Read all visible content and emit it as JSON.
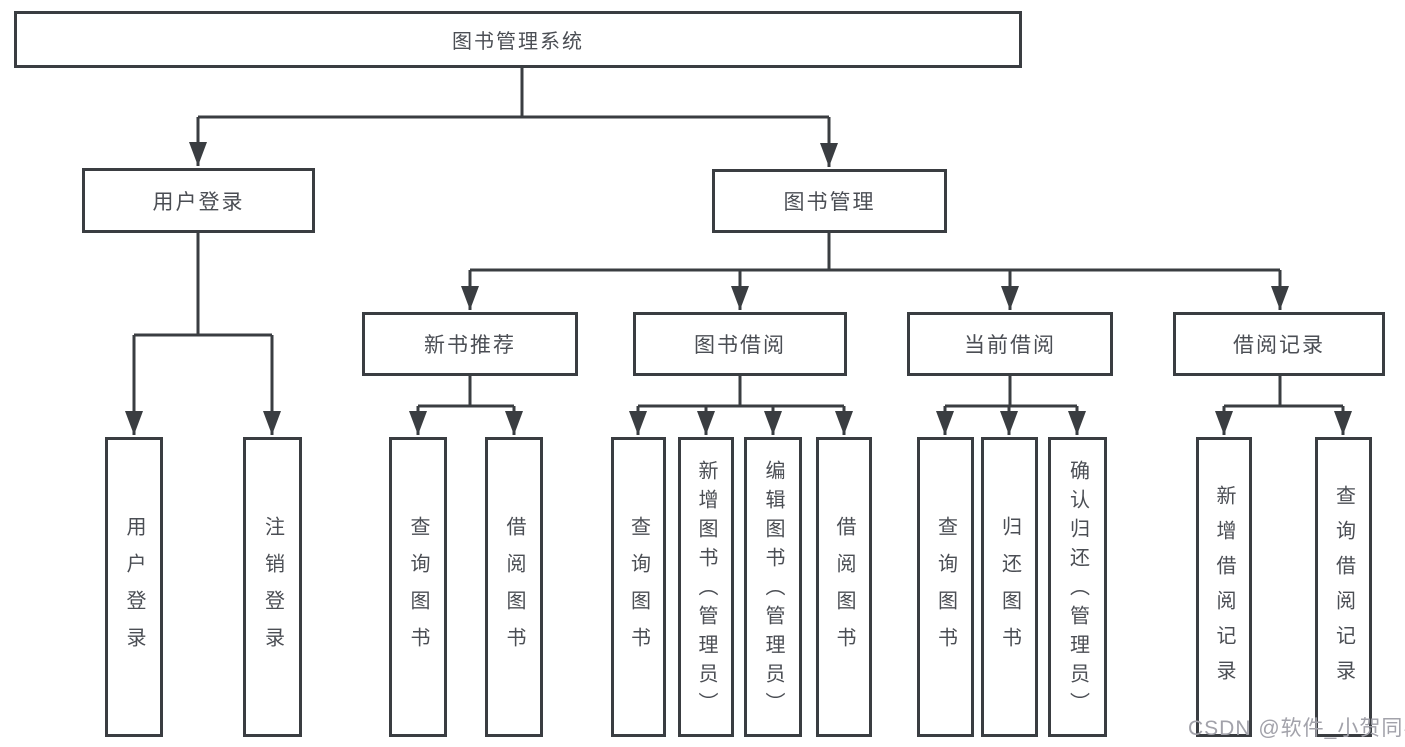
{
  "diagram": {
    "root": {
      "label": "图书管理系统"
    },
    "user_branch": {
      "label": "用户登录",
      "children": [
        "用户登录",
        "注销登录"
      ]
    },
    "book_branch": {
      "label": "图书管理",
      "groups": [
        {
          "label": "新书推荐",
          "children": [
            "查询图书",
            "借阅图书"
          ]
        },
        {
          "label": "图书借阅",
          "children": [
            "查询图书",
            "新增图书（管理员）",
            "编辑图书（管理员）",
            "借阅图书"
          ]
        },
        {
          "label": "当前借阅",
          "children": [
            "查询图书",
            "归还图书",
            "确认归还（管理员）"
          ]
        },
        {
          "label": "借阅记录",
          "children": [
            "新增借阅记录",
            "查询借阅记录"
          ]
        }
      ]
    },
    "watermark": "CSDN @软件_小贺同学",
    "colors": {
      "line": "#3a3d41",
      "box_border": "#3a3d41",
      "text": "#4b4e54",
      "background": "#ffffff",
      "watermark": "#a2a2aa"
    }
  }
}
